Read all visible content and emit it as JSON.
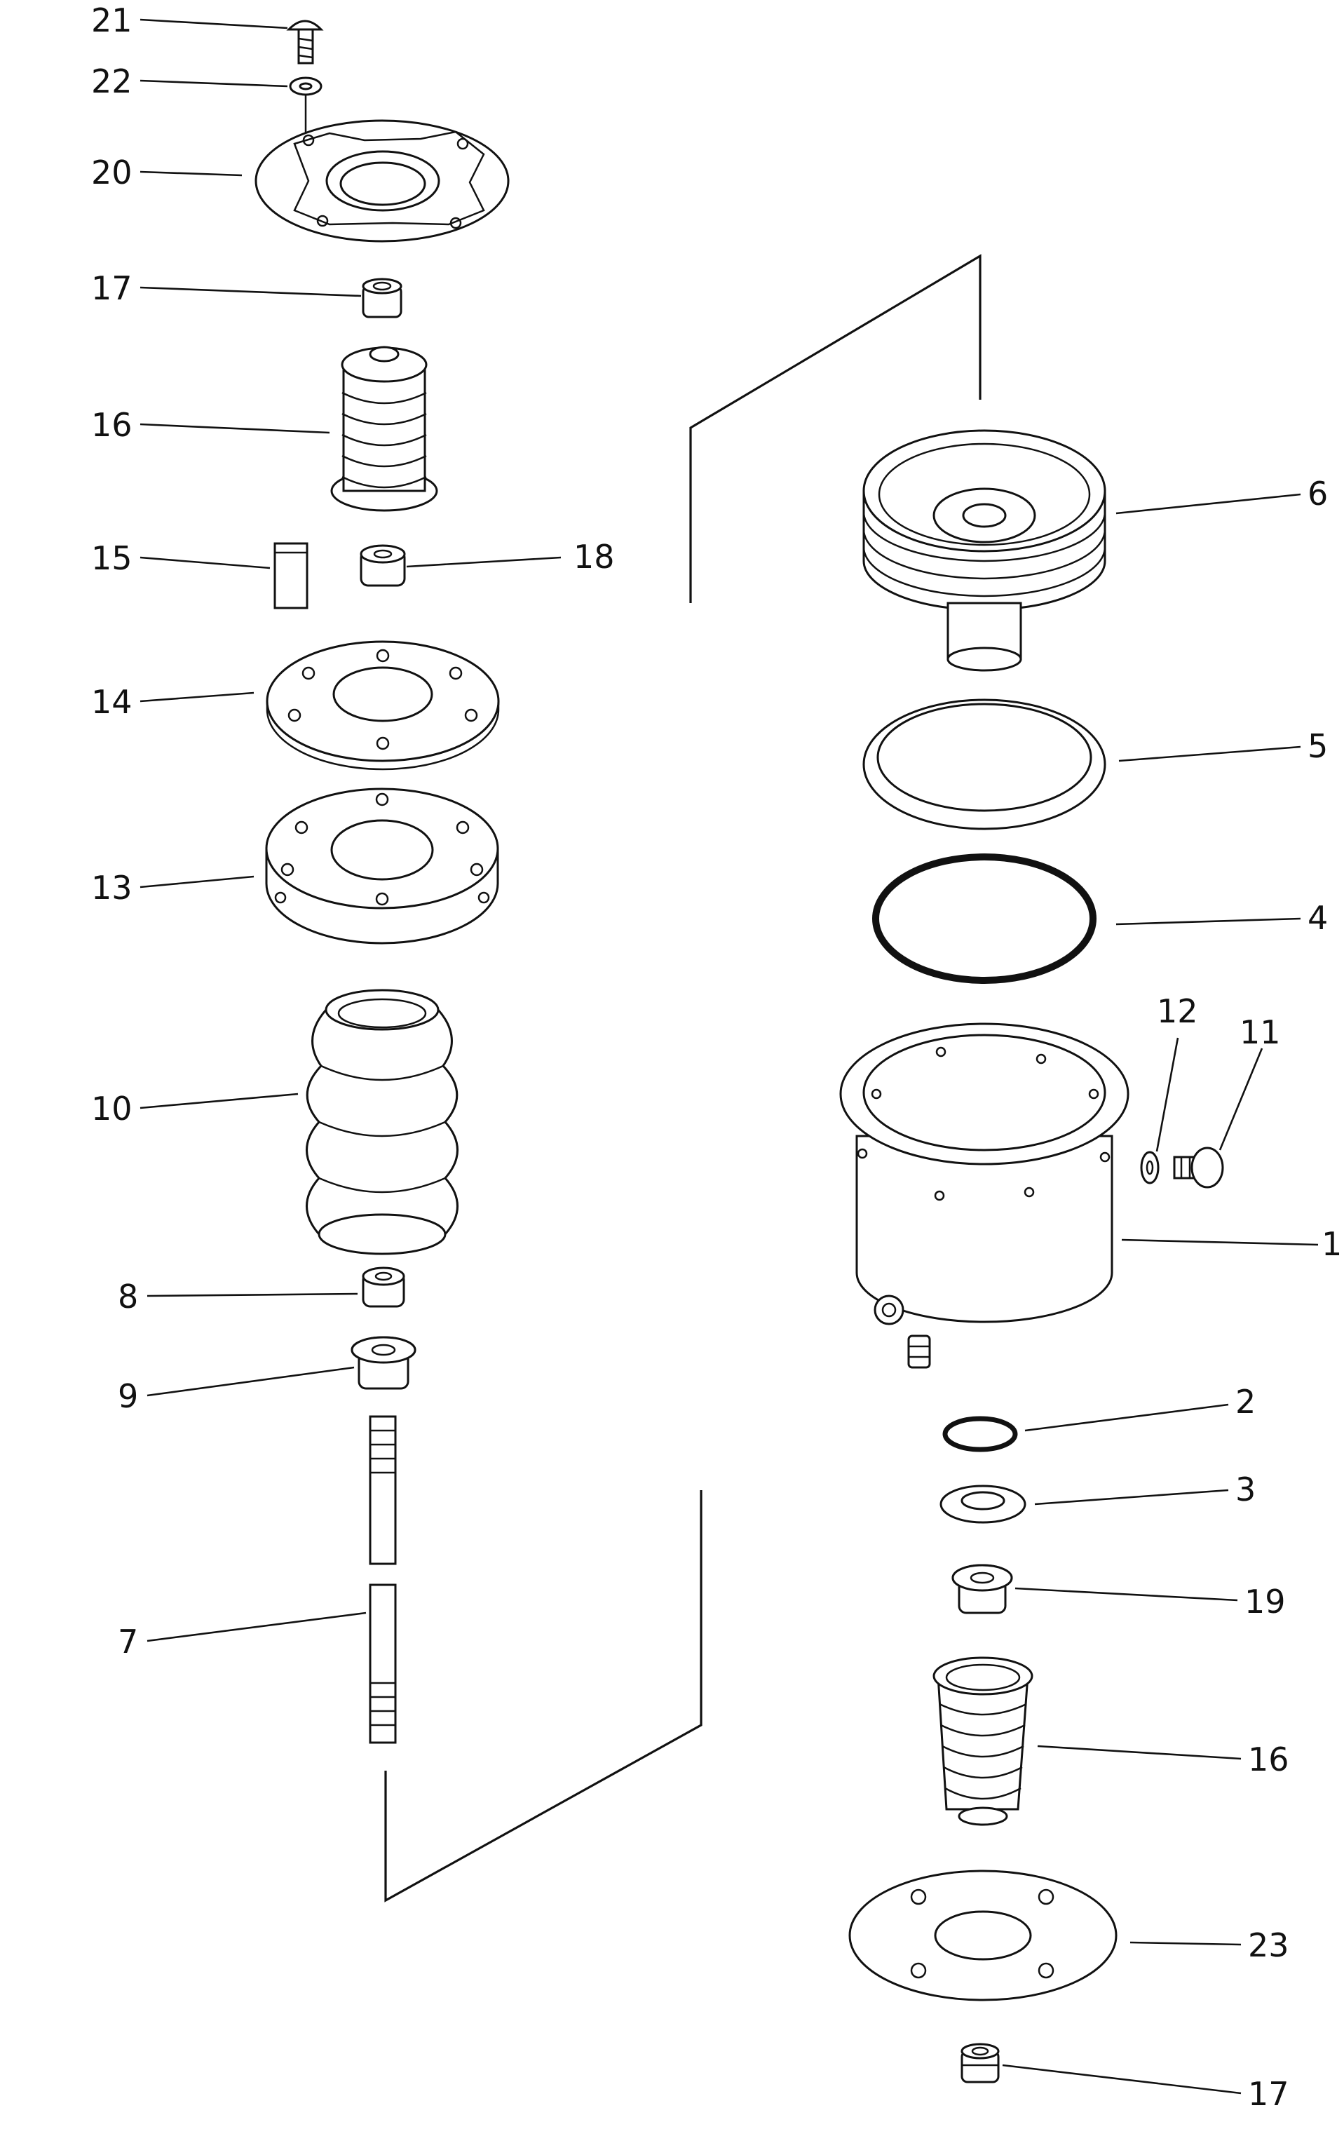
{
  "diagram": {
    "labels": [
      {
        "id": "21",
        "text": "21"
      },
      {
        "id": "22",
        "text": "22"
      },
      {
        "id": "20",
        "text": "20"
      },
      {
        "id": "17a",
        "text": "17"
      },
      {
        "id": "16a",
        "text": "16"
      },
      {
        "id": "15",
        "text": "15"
      },
      {
        "id": "18",
        "text": "18"
      },
      {
        "id": "14",
        "text": "14"
      },
      {
        "id": "13",
        "text": "13"
      },
      {
        "id": "10",
        "text": "10"
      },
      {
        "id": "8",
        "text": "8"
      },
      {
        "id": "9",
        "text": "9"
      },
      {
        "id": "7",
        "text": "7"
      },
      {
        "id": "6",
        "text": "6"
      },
      {
        "id": "5",
        "text": "5"
      },
      {
        "id": "4",
        "text": "4"
      },
      {
        "id": "12",
        "text": "12"
      },
      {
        "id": "11",
        "text": "11"
      },
      {
        "id": "1",
        "text": "1"
      },
      {
        "id": "2",
        "text": "2"
      },
      {
        "id": "3",
        "text": "3"
      },
      {
        "id": "19",
        "text": "19"
      },
      {
        "id": "16b",
        "text": "16"
      },
      {
        "id": "23",
        "text": "23"
      },
      {
        "id": "17b",
        "text": "17"
      }
    ]
  }
}
